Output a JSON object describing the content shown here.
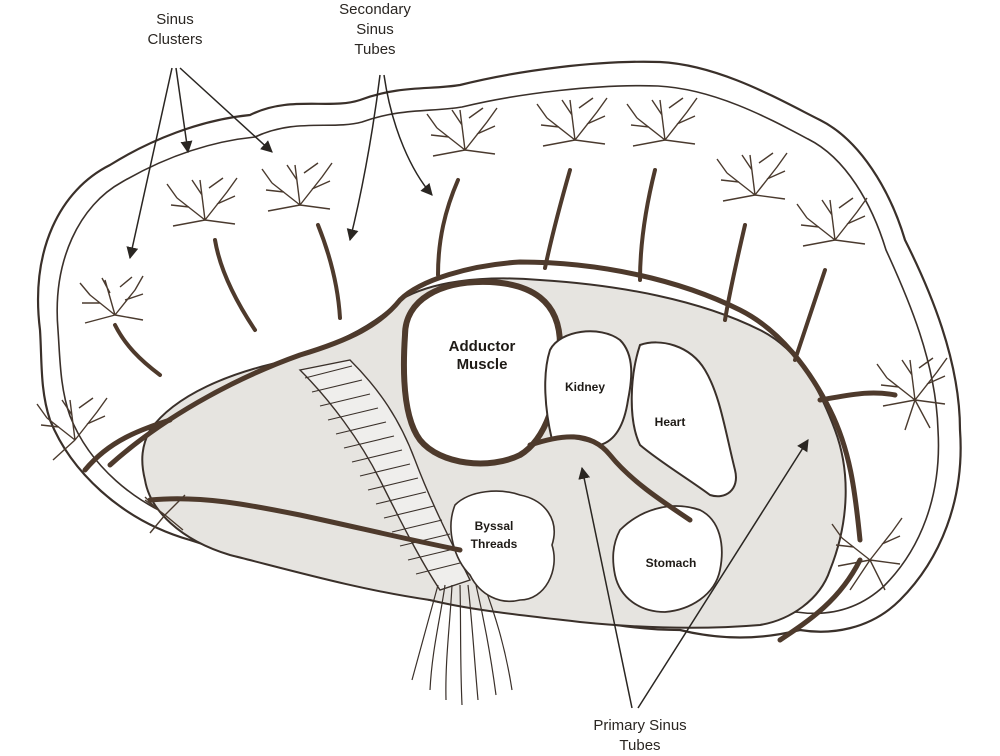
{
  "colors": {
    "ink": "#4a3a2e",
    "tube": "#4e3a2c",
    "tissue": "#e6e4e0",
    "outline": "#3a302a",
    "paper": "#ffffff"
  },
  "labels": {
    "sinus_clusters": [
      "Sinus",
      "Clusters"
    ],
    "secondary_sinus_tubes": [
      "Secondary",
      "Sinus",
      "Tubes"
    ],
    "primary_sinus_tubes": [
      "Primary Sinus",
      "Tubes"
    ]
  },
  "organs": {
    "adductor_muscle": [
      "Adductor",
      "Muscle"
    ],
    "kidney": "Kidney",
    "heart": "Heart",
    "byssal_threads": [
      "Byssal",
      "Threads"
    ],
    "stomach": "Stomach"
  }
}
